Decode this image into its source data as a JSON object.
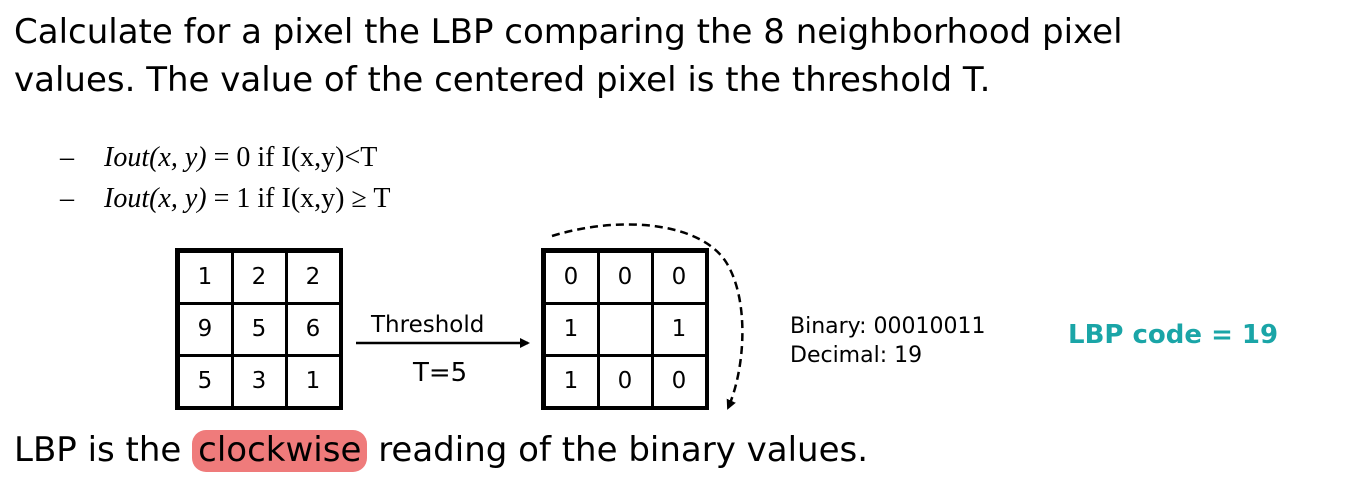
{
  "intro": {
    "line1": "Calculate for a pixel the LBP comparing the 8 neighborhood pixel",
    "line2": "values. The value of the centered pixel is the threshold T."
  },
  "rules": [
    {
      "dash": "–",
      "lhs": "Iout(x, y)",
      "rhs": "= 0 if I(x,y)<T"
    },
    {
      "dash": "–",
      "lhs": "Iout(x, y)",
      "rhs": "= 1 if I(x,y) ≥ T"
    }
  ],
  "input_grid": [
    "1",
    "2",
    "2",
    "9",
    "5",
    "6",
    "5",
    "3",
    "1"
  ],
  "output_grid": [
    "0",
    "0",
    "0",
    "1",
    "",
    "1",
    "1",
    "0",
    "0"
  ],
  "arrow": {
    "label": "Threshold",
    "t_value": "T=5"
  },
  "result": {
    "binary": "Binary: 00010011",
    "decimal": "Decimal: 19"
  },
  "lbp_code": "LBP code = 19",
  "bottom": {
    "before": "LBP is the",
    "highlight": "clockwise",
    "after": "reading of the binary values."
  },
  "colors": {
    "lbp_code": "#1aa5a7",
    "highlight": "#ef7b7b"
  }
}
